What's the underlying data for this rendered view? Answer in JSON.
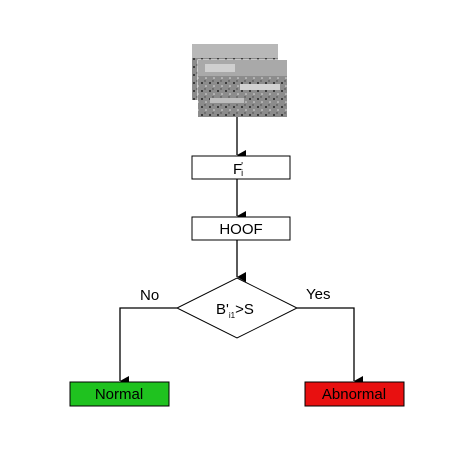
{
  "diagram": {
    "nodes": {
      "input_frames": {
        "kind": "image-stack",
        "description_icon": "video-frames-icon"
      },
      "feature_box": {
        "label_main": "F",
        "label_sub": "i",
        "label_prime": "'"
      },
      "hoof_box": {
        "label": "HOOF"
      },
      "decision": {
        "label_main": "B'",
        "label_sub": "i1",
        "label_tail": ">S"
      },
      "normal_box": {
        "label": "Normal",
        "fill": "#1fc21f"
      },
      "abnormal_box": {
        "label": "Abnormal",
        "fill": "#e81010"
      }
    },
    "branches": {
      "no_label": "No",
      "yes_label": "Yes"
    }
  }
}
